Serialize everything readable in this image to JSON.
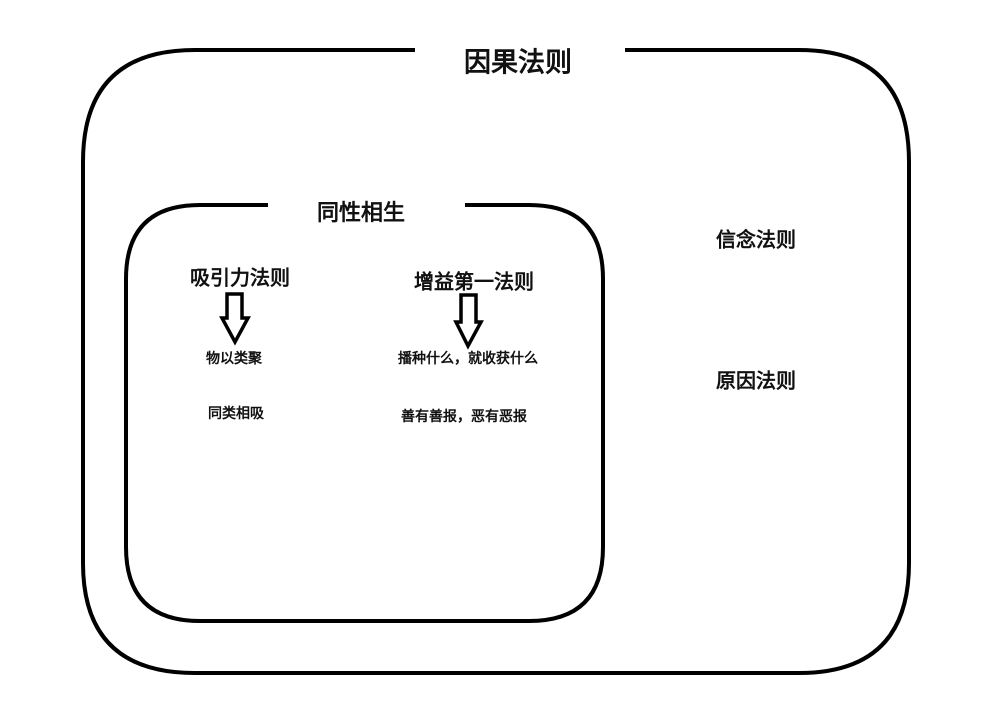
{
  "outer": {
    "title": "因果法则"
  },
  "inner": {
    "title": "同性相生"
  },
  "laws": {
    "attraction": {
      "title": "吸引力法则",
      "items": [
        "物以类聚",
        "同类相吸"
      ]
    },
    "gain_first": {
      "title": "增益第一法则",
      "items": [
        "播种什么，就收获什么",
        "善有善报，恶有恶报"
      ]
    },
    "belief": {
      "title": "信念法则"
    },
    "cause": {
      "title": "原因法则"
    }
  }
}
